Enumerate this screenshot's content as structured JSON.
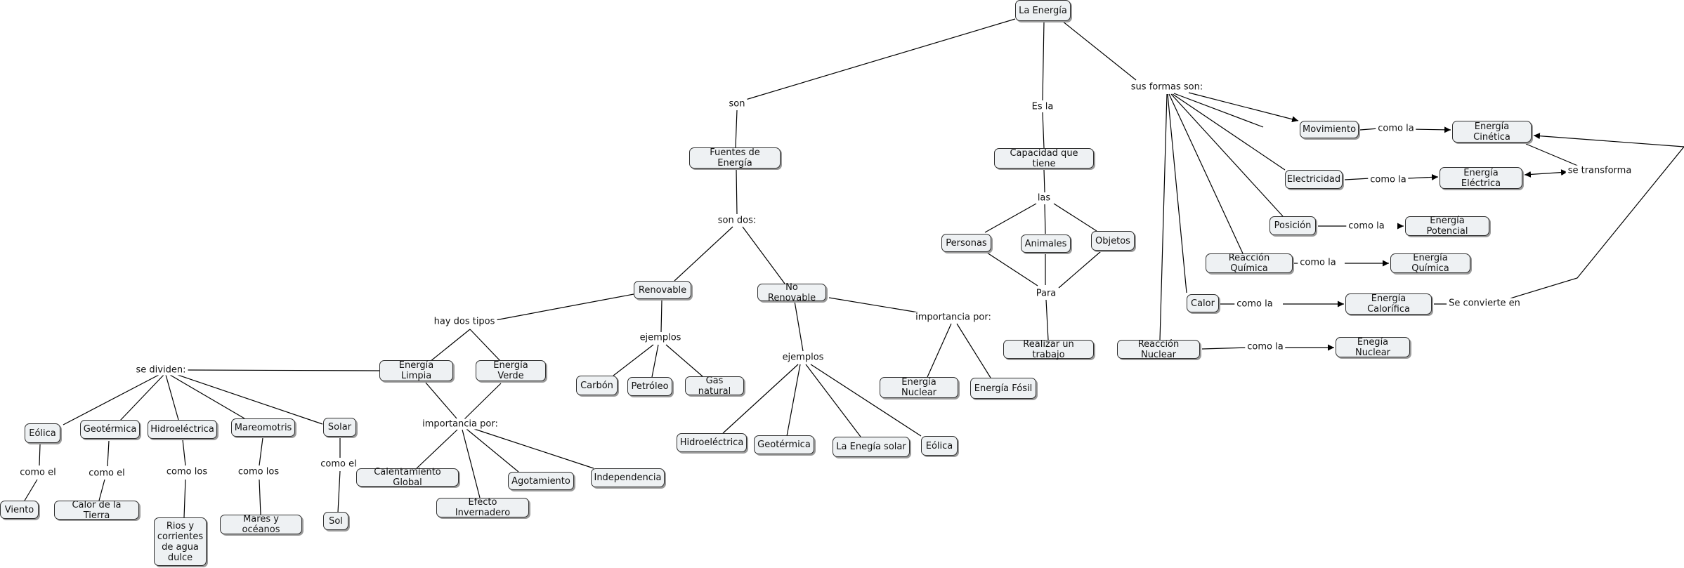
{
  "nodes": {
    "la_energia": "La Energía",
    "fuentes": "Fuentes de Energía",
    "capacidad": "Capacidad que tiene",
    "renovable": "Renovable",
    "no_renovable": "No Renovable",
    "energia_limpia": "Energía Limpia",
    "energia_verde": "Energía Verde",
    "carbon": "Carbón",
    "petroleo": "Petróleo",
    "gas_natural": "Gas natural",
    "eolica": "Eólica",
    "geotermica": "Geotérmica",
    "hidroelectrica": "Hidroeléctrica",
    "mareomotris": "Mareomotris",
    "solar": "Solar",
    "viento": "Viento",
    "calor_tierra": "Calor de la Tierra",
    "rios": "Rios y\ncorrientes\nde agua\ndulce",
    "mares": "Mares y océanos",
    "sol": "Sol",
    "calentamiento": "Calentamiento Global",
    "efecto": "Efecto Invernadero",
    "agotamiento": "Agotamiento",
    "independencia": "Independencia",
    "nr_hidro": "Hidroeléctrica",
    "nr_geo": "Geotérmica",
    "nr_solar": "La Enegía solar",
    "nr_eolica": "Eólica",
    "nr_nuclear": "Energía Nuclear",
    "nr_fosil": "Energía Fósil",
    "personas": "Personas",
    "animales": "Animales",
    "objetos": "Objetos",
    "realizar": "Realizar un trabajo",
    "movimiento": "Movimiento",
    "electricidad": "Electricidad",
    "posicion": "Posición",
    "reaccion_quimica": "Reacción Química",
    "calor": "Calor",
    "reaccion_nuclear": "Reacción Nuclear",
    "cinetica": "Energía Cinética",
    "electrica": "Energía Eléctrica",
    "potencial": "Energía Potencial",
    "quimica": "Energía Química",
    "calorifica": "Energía Calorífica",
    "nuclear": "Enegía Nuclear"
  },
  "labels": {
    "son": "son",
    "es_la": "Es la",
    "sus_formas": "sus formas son:",
    "son_dos": "son dos:",
    "hay_dos_tipos": "hay dos tipos",
    "ejemplos_r": "ejemplos",
    "ejemplos_nr": "ejemplos",
    "importancia_nr": "importancia por:",
    "se_dividen": "se dividen:",
    "importancia_v": "importancia por:",
    "como_el_1": "como el",
    "como_el_2": "como el",
    "como_los_1": "como los",
    "como_los_2": "como los",
    "como_el_3": "como el",
    "las": "las",
    "para": "Para",
    "como_la_mov": "como la",
    "como_la_ele": "como la",
    "como_la_pos": "como la",
    "como_la_qui": "como la",
    "como_la_cal": "como la",
    "como_la_nuc": "como la",
    "se_transforma": "se transforma",
    "se_convierte": "Se convierte en"
  }
}
